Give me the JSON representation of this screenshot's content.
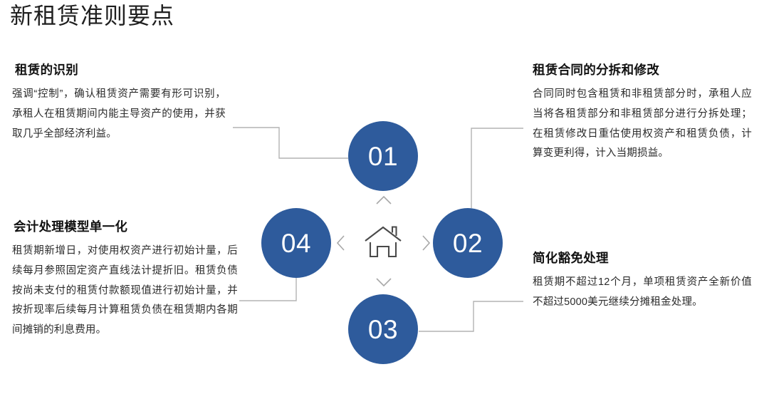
{
  "page": {
    "title": "新租赁准则要点",
    "background_color": "#ffffff",
    "accent_color": "#2e5b9c",
    "connector_color": "#b3b3b3",
    "heading_color": "#111111",
    "body_color": "#2b2b2b"
  },
  "center": {
    "icon": "house-icon",
    "chevrons": {
      "up": "∧",
      "down": "∨",
      "left": "‹",
      "right": "›"
    }
  },
  "nodes": [
    {
      "number": "01",
      "position": "top",
      "linked_block": "top-left"
    },
    {
      "number": "02",
      "position": "right",
      "linked_block": "top-right"
    },
    {
      "number": "03",
      "position": "bottom",
      "linked_block": "bottom-right"
    },
    {
      "number": "04",
      "position": "left",
      "linked_block": "bottom-left"
    }
  ],
  "blocks": {
    "top_left": {
      "number": "01",
      "title": "租赁的识别",
      "body": "强调“控制”，确认租赁资产需要有形可识别，承租人在租赁期间内能主导资产的使用，并获取几乎全部经济利益。"
    },
    "bottom_left": {
      "number": "04",
      "title": "会计处理模型单一化",
      "body": "租赁期新增日，对使用权资产进行初始计量，后续每月参照固定资产直线法计提折旧。租赁负债按尚未支付的租赁付款额现值进行初始计量，并按折现率后续每月计算租赁负债在租赁期内各期间摊销的利息费用。"
    },
    "top_right": {
      "number": "02",
      "title": "租赁合同的分拆和修改",
      "body": "合同同时包含租赁和非租赁部分时，承租人应当将各租赁部分和非租赁部分进行分拆处理；在租赁修改日重估使用权资产和租赁负债，计算变更利得，计入当期损益。"
    },
    "bottom_right": {
      "number": "03",
      "title": "简化豁免处理",
      "body": "租赁期不超过12个月，单项租赁资产全新价值不超过5000美元继续分摊租金处理。"
    }
  }
}
